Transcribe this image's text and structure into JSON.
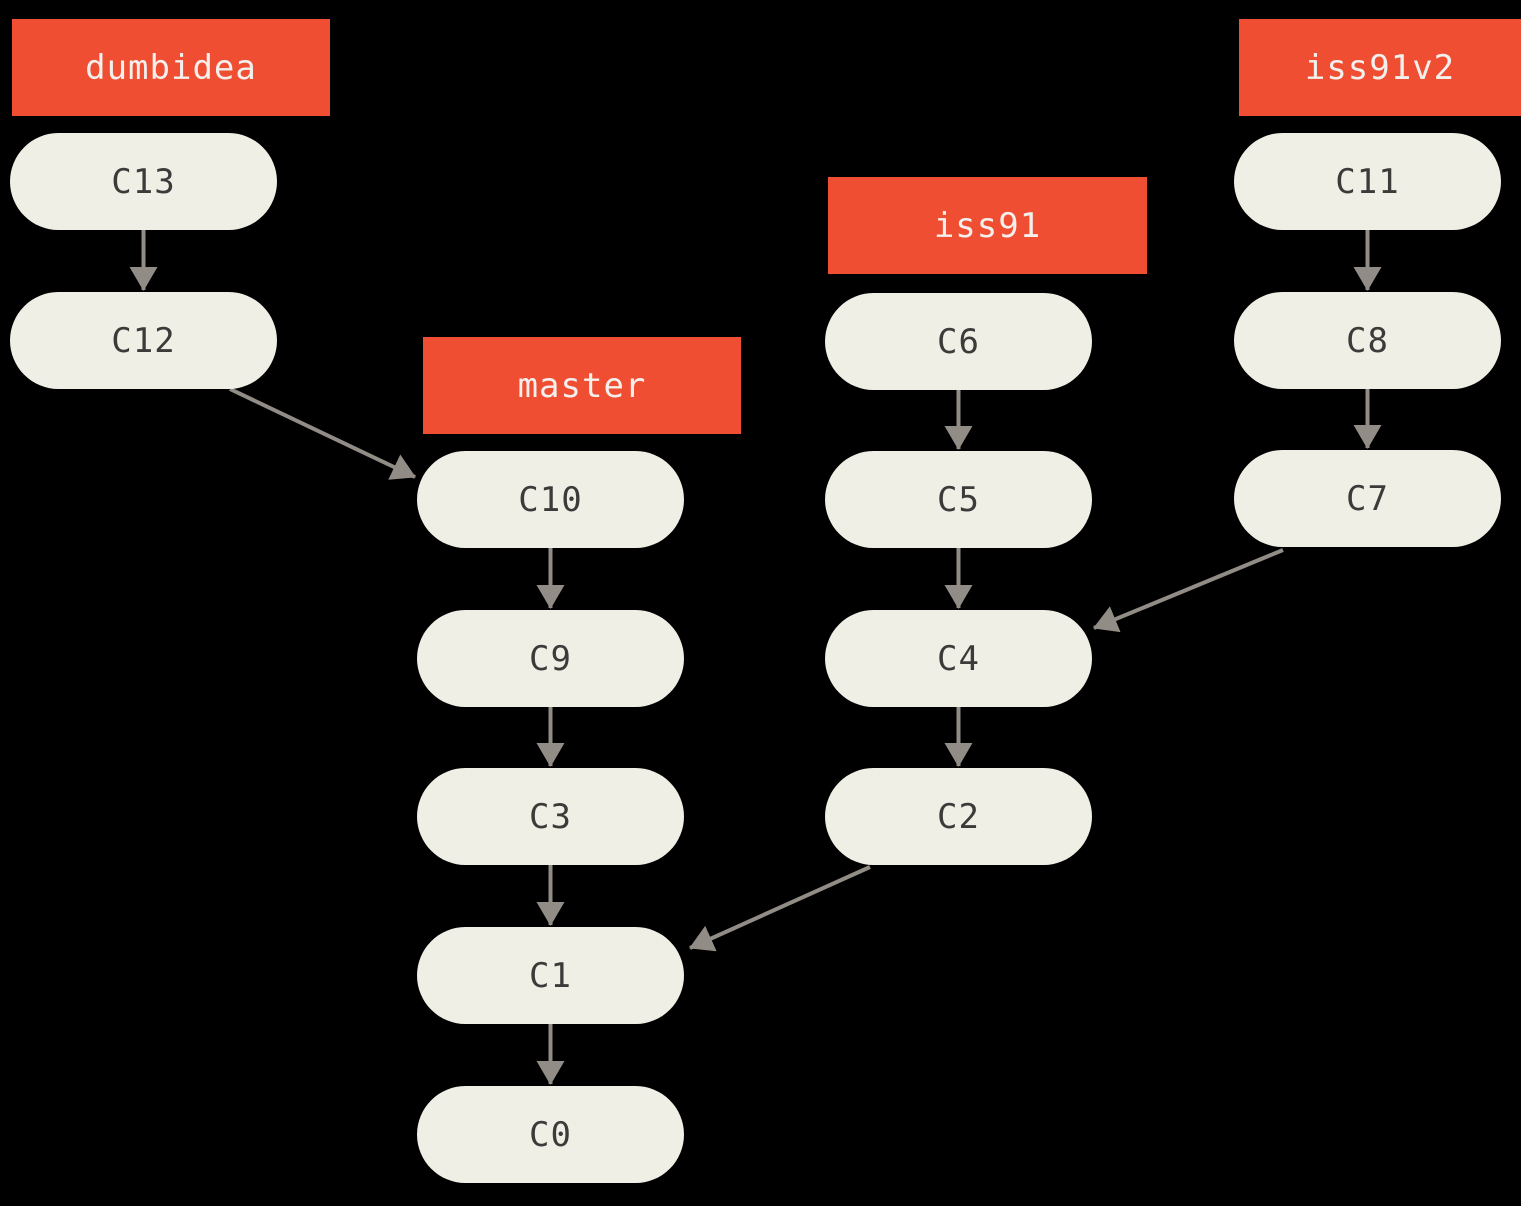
{
  "diagram_type": "git-commit-history-graph",
  "colors": {
    "background": "#000000",
    "branch_label_bg": "#f04e32",
    "branch_label_text": "#f2efec",
    "commit_fill": "#f0efe6",
    "commit_text": "#3c3b39",
    "arrow": "#918c85"
  },
  "branches": [
    {
      "name": "dumbidea"
    },
    {
      "name": "master"
    },
    {
      "name": "iss91"
    },
    {
      "name": "iss91v2"
    }
  ],
  "commits": [
    {
      "id": "C13"
    },
    {
      "id": "C12"
    },
    {
      "id": "C10"
    },
    {
      "id": "C9"
    },
    {
      "id": "C3"
    },
    {
      "id": "C1"
    },
    {
      "id": "C0"
    },
    {
      "id": "C6"
    },
    {
      "id": "C5"
    },
    {
      "id": "C4"
    },
    {
      "id": "C2"
    },
    {
      "id": "C11"
    },
    {
      "id": "C8"
    },
    {
      "id": "C7"
    }
  ],
  "edges": [
    {
      "from": "C13",
      "to": "C12"
    },
    {
      "from": "C12",
      "to": "C10"
    },
    {
      "from": "C10",
      "to": "C9"
    },
    {
      "from": "C9",
      "to": "C3"
    },
    {
      "from": "C3",
      "to": "C1"
    },
    {
      "from": "C1",
      "to": "C0"
    },
    {
      "from": "C6",
      "to": "C5"
    },
    {
      "from": "C5",
      "to": "C4"
    },
    {
      "from": "C4",
      "to": "C2"
    },
    {
      "from": "C2",
      "to": "C1"
    },
    {
      "from": "C11",
      "to": "C8"
    },
    {
      "from": "C8",
      "to": "C7"
    },
    {
      "from": "C7",
      "to": "C4"
    }
  ]
}
